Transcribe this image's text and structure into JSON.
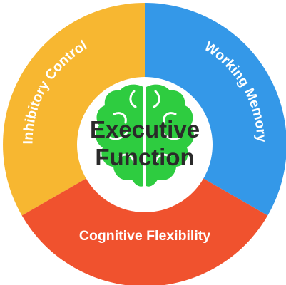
{
  "diagram": {
    "center": {
      "line1": "Executive",
      "line2": "Function",
      "icon": "brain-icon",
      "icon_color": "#2ecc40"
    },
    "segments": [
      {
        "label": "Inhibitory Control",
        "color": "#f7b731"
      },
      {
        "label": "Working Memory",
        "color": "#3498e8"
      },
      {
        "label": "Cognitive Flexibility",
        "color": "#f0522e"
      }
    ]
  }
}
